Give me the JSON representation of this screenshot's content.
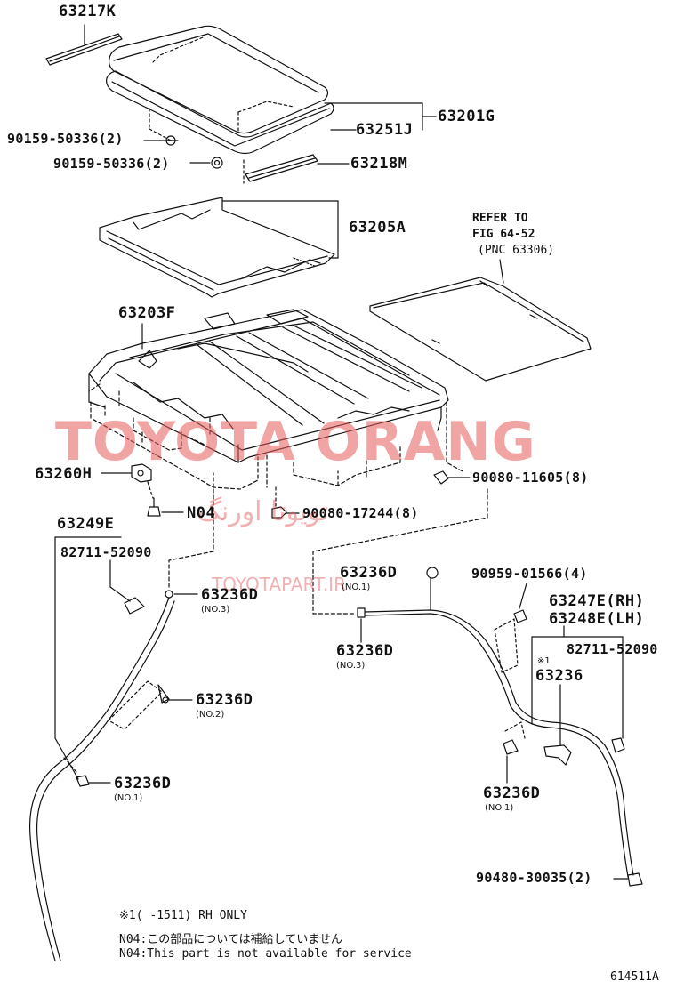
{
  "parts": {
    "p63217K": "63217K",
    "p90159a": "90159-50336(2)",
    "p90159b": "90159-50336(2)",
    "p63251J": "63251J",
    "p63201G": "63201G",
    "p63218M": "63218M",
    "p63205A": "63205A",
    "p63203F": "63203F",
    "p63260H": "63260H",
    "pN04": "N04",
    "p90080_17244": "90080-17244(8)",
    "p90080_11605": "90080-11605(8)",
    "p63249E": "63249E",
    "p82711_left": "82711-52090",
    "p63236D_l3": "63236D",
    "p63236D_l2": "63236D",
    "p63236D_l1": "63236D",
    "p63236D_c1": "63236D",
    "p63236D_c3": "63236D",
    "p90959": "90959-01566(4)",
    "p63247E": "63247E(RH)",
    "p63248E": "63248E(LH)",
    "p82711_right": "82711-52090",
    "p63236": "63236",
    "p63236D_r1": "63236D",
    "p90480": "90480-30035(2)"
  },
  "sublabels": {
    "no3_left": "(NO.3)",
    "no2_left": "(NO.2)",
    "no1_left": "(NO.1)",
    "no1_center": "(NO.1)",
    "no3_center": "(NO.3)",
    "no1_right": "(NO.1)",
    "mark1": "※1"
  },
  "refer": {
    "line1": "REFER TO",
    "line2": "FIG 64-52",
    "line3": "(PNC 63306)"
  },
  "watermarks": {
    "main": "TOYOTA ORANG",
    "persian": "تویوتا اورنگ",
    "site": "TOYOTAPART.IR"
  },
  "notes": {
    "n1": "※1(    -1511) RH ONLY",
    "n2": "N04:この部品については補給していません",
    "n3": "N04:This part is not available for service"
  },
  "figure_id": "614511A"
}
